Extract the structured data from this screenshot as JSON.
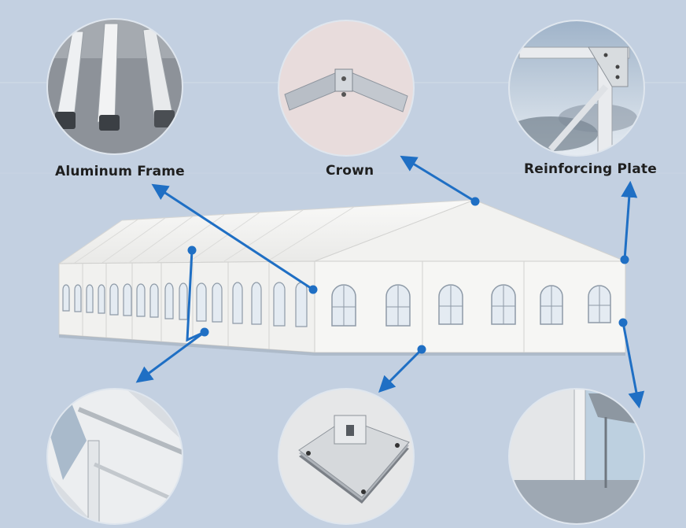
{
  "labels": {
    "aluminum_frame": "Aluminum Frame",
    "crown": "Crown",
    "reinforcing_plate": "Reinforcing Plate"
  },
  "colors": {
    "background": "#c3d0e1",
    "arrow": "#1f6fc4",
    "tent_white": "#f4f4f2",
    "frame_silver": "#b7bcc2"
  }
}
